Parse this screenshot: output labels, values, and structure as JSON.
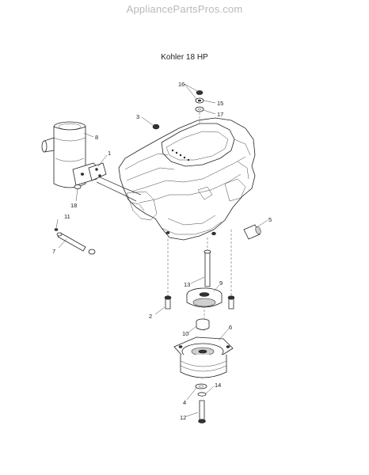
{
  "watermark": "AppliancePartsPros.com",
  "title": "Kohler 18 HP",
  "callouts": [
    {
      "id": "c16",
      "label": "16"
    },
    {
      "id": "c15",
      "label": "15"
    },
    {
      "id": "c17",
      "label": "17"
    },
    {
      "id": "c3",
      "label": "3"
    },
    {
      "id": "c8",
      "label": "8"
    },
    {
      "id": "c1",
      "label": "1"
    },
    {
      "id": "c18",
      "label": "18"
    },
    {
      "id": "c11",
      "label": "11"
    },
    {
      "id": "c7",
      "label": "7"
    },
    {
      "id": "c5",
      "label": "5"
    },
    {
      "id": "c13",
      "label": "13"
    },
    {
      "id": "c9",
      "label": "9"
    },
    {
      "id": "c2",
      "label": "2"
    },
    {
      "id": "c10",
      "label": "10"
    },
    {
      "id": "c6",
      "label": "6"
    },
    {
      "id": "c4",
      "label": "4"
    },
    {
      "id": "c14",
      "label": "14"
    },
    {
      "id": "c12",
      "label": "12"
    }
  ]
}
